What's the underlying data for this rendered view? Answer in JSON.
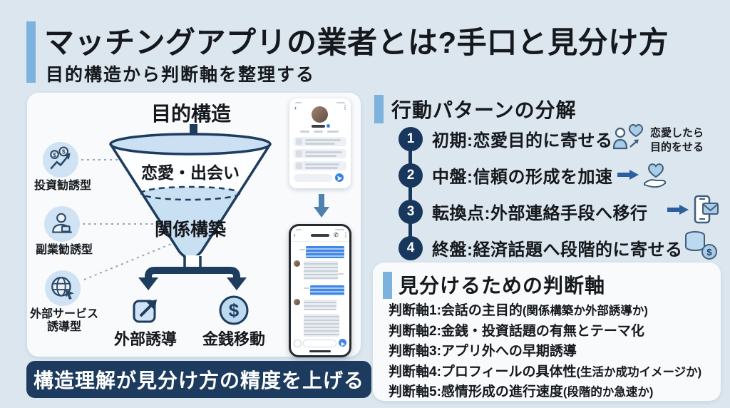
{
  "colors": {
    "navy": "#1d3c5e",
    "accent": "#7db2dc",
    "funnel_fill": "#c9e0f2",
    "panel": "#f8fafc",
    "background": "#dbe6ee",
    "bubble_blue": "#4187e6",
    "banner_bg": "#1c3b5e"
  },
  "header": {
    "title": "マッチングアプリの業者とは?手口と見分け方",
    "subtitle": "目的構造から判断軸を整理する"
  },
  "funnel": {
    "title": "目的構造",
    "stage1": "恋愛・出会い",
    "stage2": "関係構築",
    "outcome_left": {
      "label": "外部誘導",
      "icon": "external-link-icon"
    },
    "outcome_right": {
      "label": "金銭移動",
      "icon": "dollar-circle-icon"
    }
  },
  "scam_types": [
    {
      "label": "投資勧誘型",
      "icon": "investment-chart-icon"
    },
    {
      "label": "副業勧誘型",
      "icon": "person-laptop-icon"
    },
    {
      "label": "外部サービス\n誘導型",
      "icon": "globe-cursor-icon"
    }
  ],
  "behavior": {
    "heading": "行動パターンの分解",
    "steps": [
      {
        "num": "1",
        "text": "初期:恋愛目的に寄せる",
        "icon": "person-heart-icon",
        "note": "恋愛したら\n目的をせる"
      },
      {
        "num": "2",
        "text": "中盤:信頼の形成を加速",
        "icon": "heart-hand-icon"
      },
      {
        "num": "3",
        "text": "転換点:外部連絡手段へ移行",
        "icon": "phone-message-icon"
      },
      {
        "num": "4",
        "text": "終盤:経済話題へ段階的に寄せる",
        "icon": "coins-icon"
      }
    ]
  },
  "criteria": {
    "heading": "見分けるための判断軸",
    "items": [
      {
        "main": "判断軸1:会話の主目的",
        "sub": "(関係構築か外部誘導か)"
      },
      {
        "main": "判断軸2:金銭・投資話題の有無とテーマ化",
        "sub": ""
      },
      {
        "main": "判断軸3:アプリ外への早期誘導",
        "sub": ""
      },
      {
        "main": "判断軸4:プロフィールの具体性",
        "sub": "(生活か成功イメージか)"
      },
      {
        "main": "判断軸5:感情形成の進行速度",
        "sub": "(段階的か急速か)"
      }
    ]
  },
  "banner": {
    "text": "構造理解が見分け方の精度を上げる"
  },
  "icons": {
    "dollar": "$",
    "back": "‹",
    "more": "⋮",
    "phone": "✆"
  }
}
